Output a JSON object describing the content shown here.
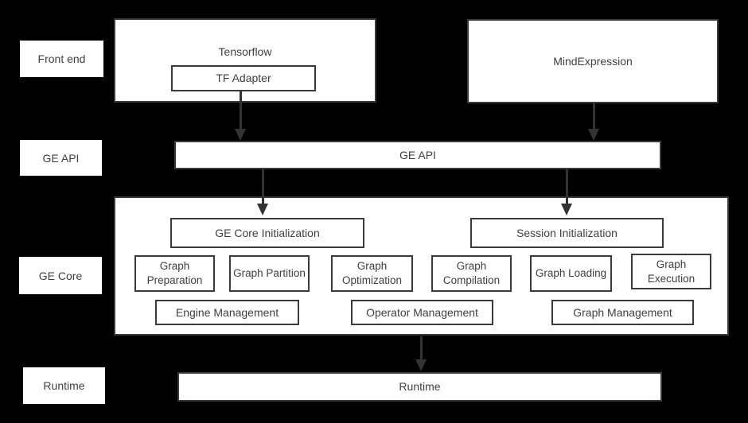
{
  "colors": {
    "background": "#000000",
    "box_fill": "#ffffff",
    "box_border": "#3a3a3a",
    "text": "#3f3f3f",
    "arrow": "#333333"
  },
  "side_labels": {
    "front_end": "Front end",
    "ge_api": "GE API",
    "ge_core": "GE Core",
    "runtime": "Runtime"
  },
  "front_end": {
    "tensorflow_label": "Tensorflow",
    "tf_adapter_label": "TF Adapter",
    "mindexpression_label": "MindExpression"
  },
  "ge_api": {
    "bar_label": "GE API"
  },
  "ge_core": {
    "init_boxes": [
      "GE Core Initialization",
      "Session Initialization"
    ],
    "modules": [
      "Graph Preparation",
      "Graph Partition",
      "Graph Optimization",
      "Graph Compilation",
      "Graph Loading",
      "Graph Execution"
    ],
    "management": [
      "Engine Management",
      "Operator Management",
      "Graph Management"
    ]
  },
  "runtime": {
    "bar_label": "Runtime"
  }
}
